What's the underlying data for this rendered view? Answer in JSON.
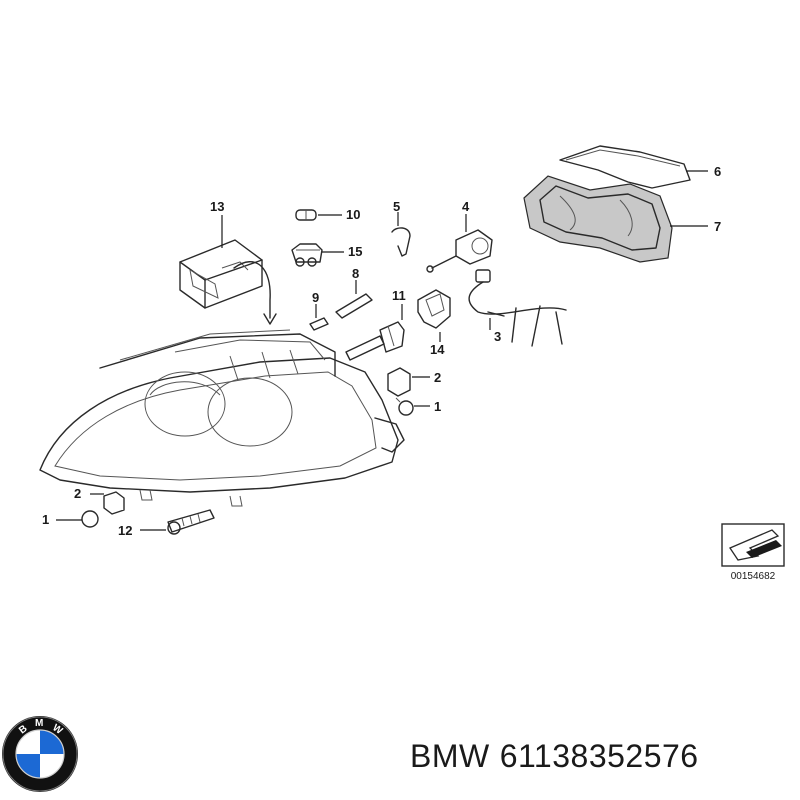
{
  "callouts": {
    "c1a": "1",
    "c1b": "1",
    "c2a": "2",
    "c2b": "2",
    "c3": "3",
    "c4": "4",
    "c5": "5",
    "c6": "6",
    "c7": "7",
    "c8": "8",
    "c9": "9",
    "c10": "10",
    "c11": "11",
    "c12": "12",
    "c13": "13",
    "c14": "14",
    "c15": "15"
  },
  "diagram_number": "00154682",
  "logo": {
    "letters": "BMW",
    "colors": {
      "blue": "#1c69d4",
      "white": "#ffffff",
      "ring": "#111111"
    }
  },
  "caption": {
    "brand": "BMW",
    "part_number": "61138352576"
  }
}
